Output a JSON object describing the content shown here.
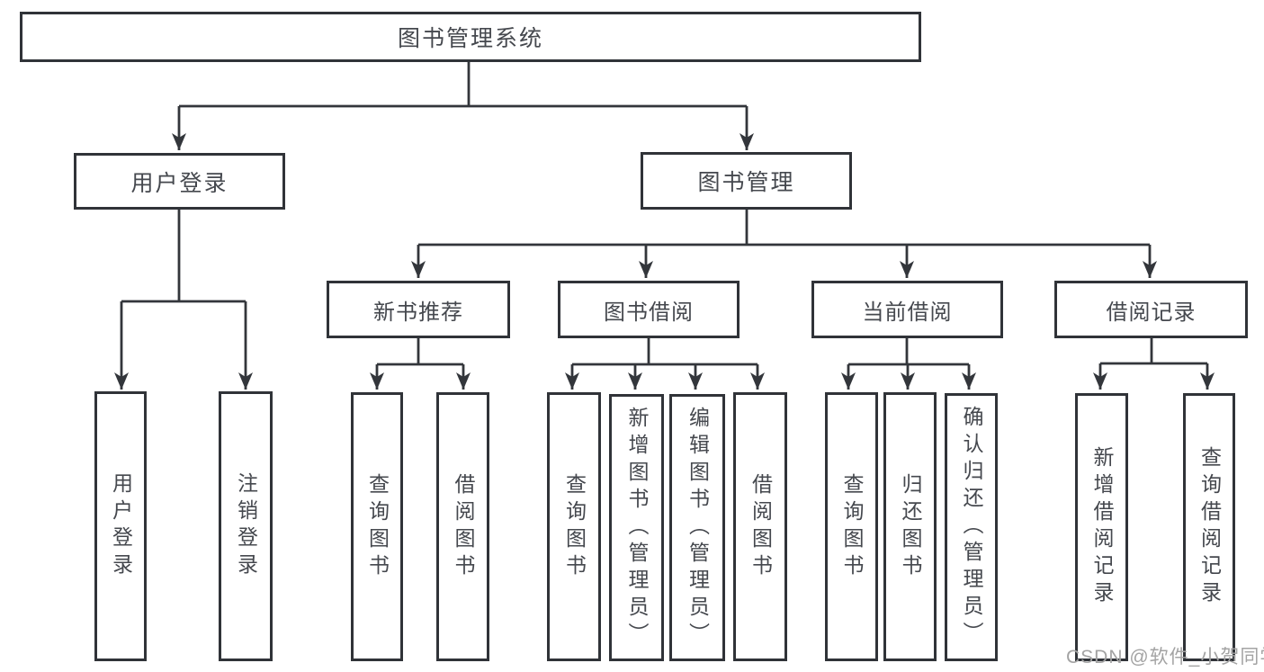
{
  "tree": {
    "root": {
      "label": "图书管理系统"
    },
    "branches": [
      {
        "label": "用户登录",
        "children": [
          "用户登录",
          "注销登录"
        ]
      },
      {
        "label": "图书管理",
        "groups": [
          {
            "label": "新书推荐",
            "children": [
              "查询图书",
              "借阅图书"
            ]
          },
          {
            "label": "图书借阅",
            "children": [
              "查询图书",
              "新增图书（管理员）",
              "编辑图书（管理员）",
              "借阅图书"
            ]
          },
          {
            "label": "当前借阅",
            "children": [
              "查询图书",
              "归还图书",
              "确认归还（管理员）"
            ]
          },
          {
            "label": "借阅记录",
            "children": [
              "新增借阅记录",
              "查询借阅记录"
            ]
          }
        ]
      }
    ]
  },
  "watermark": "CSDN @软件_小贺同学",
  "colors": {
    "line": "#33363b",
    "box_border": "#303338",
    "box_background": "#ffffff",
    "text": "#45484e",
    "watermark": "#a3a3a3",
    "background": "#ffffff"
  }
}
